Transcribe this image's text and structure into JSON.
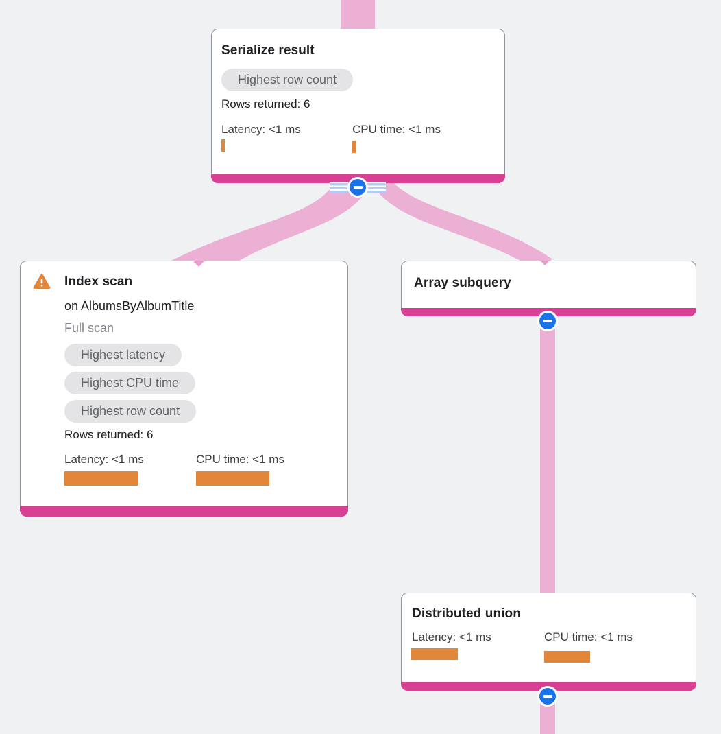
{
  "canvas": {
    "description": "Query execution plan graph",
    "background": "#f0f1f3"
  },
  "colors": {
    "node_accent_bar": "#d84094",
    "edge_pink": "#ecb0d4",
    "metric_bar_orange": "#e2873a",
    "warning_orange": "#e2873a",
    "collapse_button_blue": "#1a73e8",
    "badge_background": "#e4e4e7",
    "badge_text": "#5f6368",
    "title_text": "#202124",
    "muted_text": "#80868b"
  },
  "icons": {
    "warning": "warning-triangle",
    "collapse": "minus-in-circle"
  },
  "nodes": [
    {
      "title": "Serialize result",
      "badges": [
        "Highest row count"
      ],
      "rows_returned": "Rows returned: 6",
      "latency": "Latency: <1 ms",
      "cpu_time": "CPU time: <1 ms"
    },
    {
      "title": "Index scan",
      "subtitle": "on AlbumsByAlbumTitle",
      "scan_type": "Full scan",
      "badges": [
        "Highest latency",
        "Highest CPU time",
        "Highest row count"
      ],
      "rows_returned": "Rows returned: 6",
      "latency": "Latency: <1 ms",
      "cpu_time": "CPU time: <1 ms"
    },
    {
      "title": "Array subquery"
    },
    {
      "title": "Distributed union",
      "latency": "Latency: <1 ms",
      "cpu_time": "CPU time: <1 ms"
    }
  ]
}
